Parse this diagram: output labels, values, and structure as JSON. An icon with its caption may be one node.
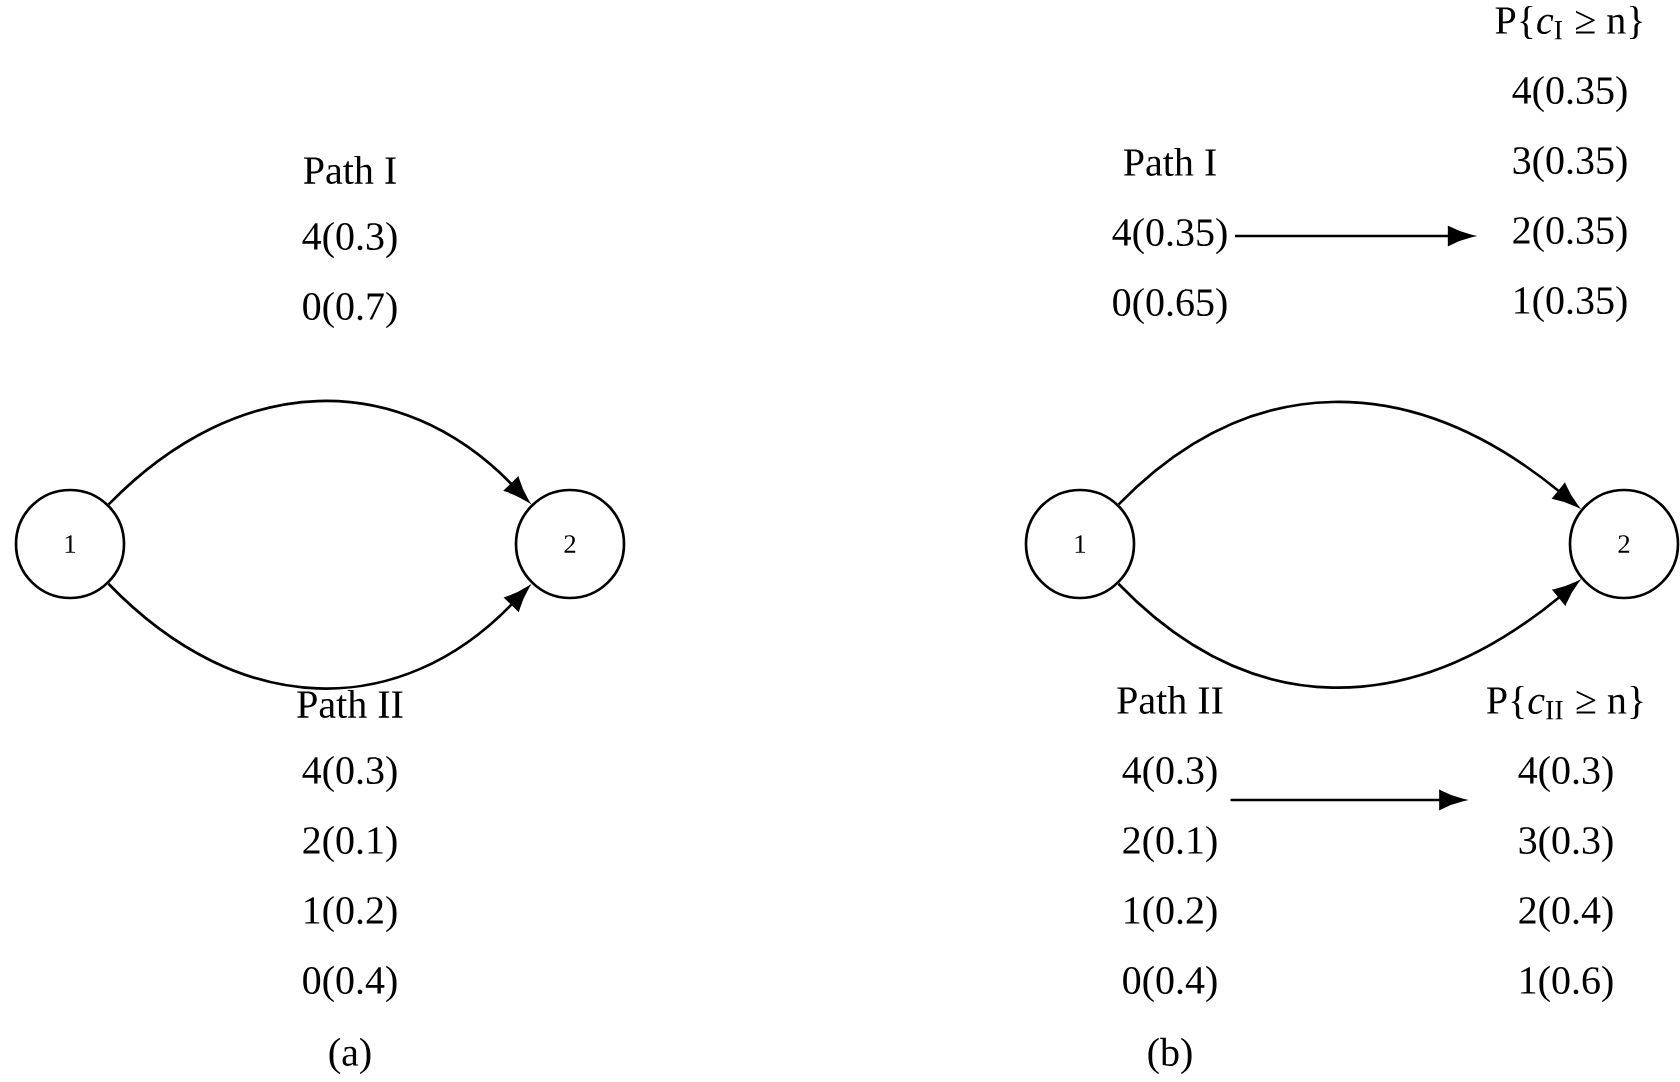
{
  "diagram": {
    "nodes": [
      {
        "text": [
          "1"
        ]
      },
      {
        "text": [
          "2"
        ]
      },
      {
        "text": [
          "1"
        ]
      },
      {
        "text": [
          "2"
        ]
      },
      {
        "text": [
          "Path I",
          "4(0.35)",
          "0(0.65)"
        ]
      },
      {
        "text": [
          "P{*c*$_{I}$ ≥ n}",
          "4(0.35)",
          "3(0.35)",
          "2(0.35)",
          "1(0.35)"
        ]
      },
      {
        "text": [
          "Path II",
          "4(0.3)",
          "2(0.1)",
          "1(0.2)",
          "0(0.4)"
        ]
      },
      {
        "text": [
          "P{*c*$_{II}$ ≥ n}",
          "4(0.3)",
          "3(0.3)",
          "2(0.4)",
          "1(0.6)"
        ]
      }
    ],
    "edges": [
      {
        "from": 0,
        "to": 1,
        "arrow": "to"
      },
      {
        "from": 0,
        "to": 1,
        "arrow": "to"
      },
      {
        "from": 2,
        "to": 3,
        "arrow": "to"
      },
      {
        "from": 2,
        "to": 3,
        "arrow": "to"
      },
      {
        "from": 4,
        "to": 5,
        "arrow": "to"
      },
      {
        "from": 6,
        "to": 7,
        "arrow": "to"
      }
    ],
    "labels": [
      "Path I",
      "4(0.3)",
      "0(0.7)",
      "Path II",
      "4(0.3)",
      "2(0.1)",
      "1(0.2)",
      "0(0.4)",
      "(a)",
      "(b)"
    ]
  }
}
